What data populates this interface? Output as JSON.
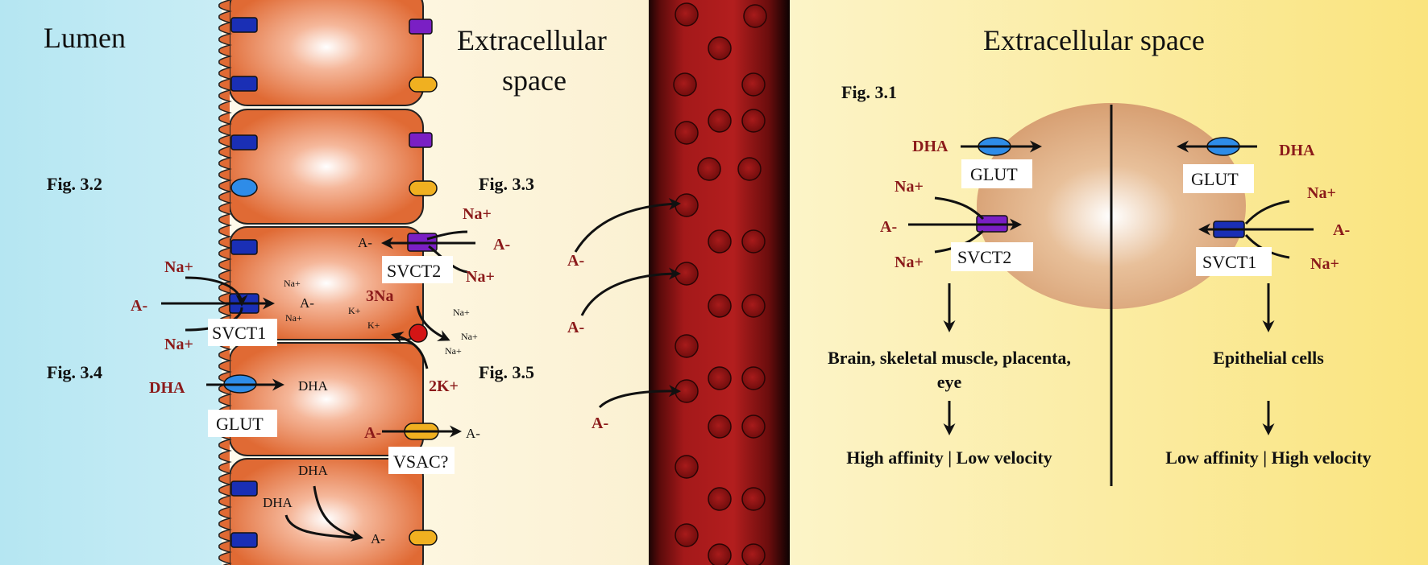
{
  "headings": {
    "lumen": "Lumen",
    "extracellular_left_1": "Extracellular",
    "extracellular_left_2": "space",
    "extracellular_right": "Extracellular space"
  },
  "figs": {
    "f31": "Fig. 3.1",
    "f32": "Fig. 3.2",
    "f33": "Fig. 3.3",
    "f34": "Fig. 3.4",
    "f35": "Fig. 3.5"
  },
  "ions": {
    "na": "Na+",
    "a_minus": "A-",
    "dha": "DHA",
    "k": "K+",
    "three_na": "3Na",
    "two_k": "2K+"
  },
  "transporters": {
    "svct1": "SVCT1",
    "svct2": "SVCT2",
    "glut": "GLUT",
    "vsac": "VSAC?"
  },
  "right_panel": {
    "svct2_tissues_1": "Brain, skeletal muscle, placenta,",
    "svct2_tissues_2": "eye",
    "svct2_kinetics": "High affinity | Low velocity",
    "svct1_tissues": "Epithelial cells",
    "svct1_kinetics": "Low affinity | High velocity"
  },
  "colors": {
    "lumen_bg": "#b8e6f1",
    "extracellular_bg": "#fdf7e1",
    "right_bg": "#fbeeb0",
    "cell": "#e2733e",
    "vessel": "#a0191a",
    "blood_cell": "#8a1313",
    "svct1_blue": "#1a2fb5",
    "svct2_purple": "#7a1fc4",
    "glut_blue": "#2e8ce8",
    "vsac_orange": "#f0b020",
    "label_red": "#8b1a1a",
    "pump_red": "#d41515"
  }
}
